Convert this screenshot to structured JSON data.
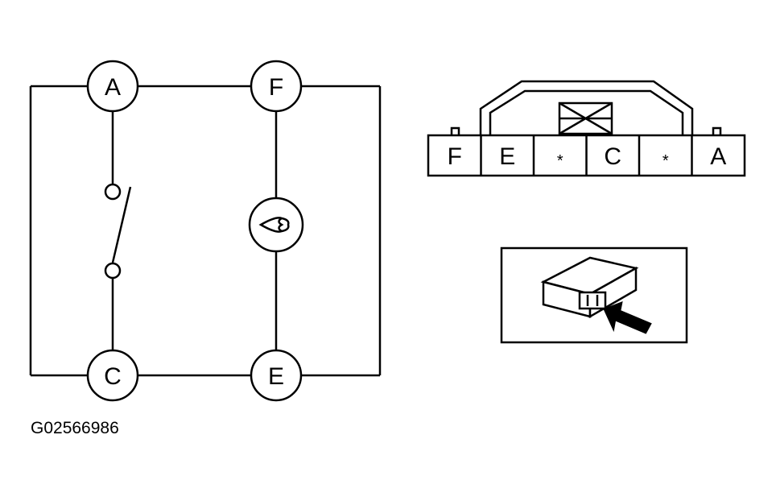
{
  "circuit": {
    "terminals": {
      "a": "A",
      "f": "F",
      "c": "C",
      "e": "E"
    }
  },
  "connector": {
    "pins": [
      "F",
      "E",
      "*",
      "C",
      "*",
      "A"
    ]
  },
  "figure_code": "G02566986"
}
